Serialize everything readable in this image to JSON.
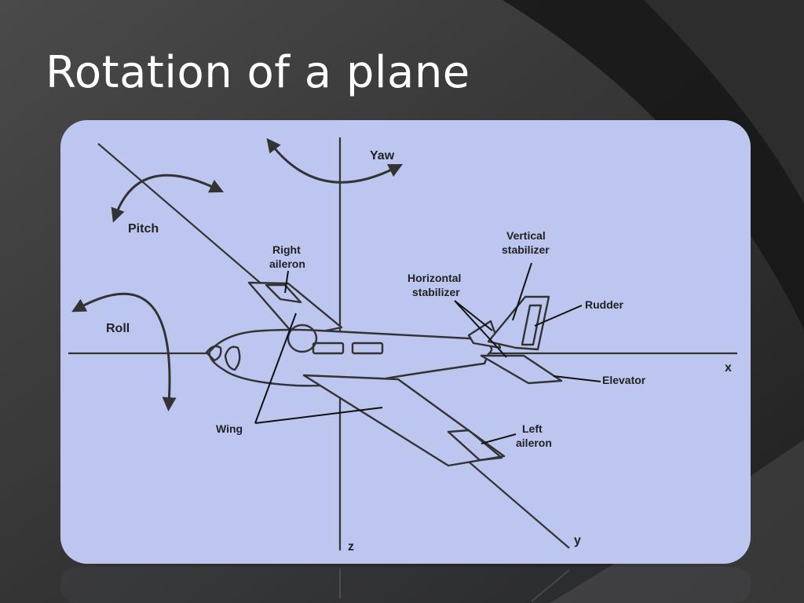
{
  "slide": {
    "title": "Rotation of a plane"
  },
  "diagram": {
    "labels": {
      "yaw": "Yaw",
      "pitch": "Pitch",
      "roll": "Roll",
      "right_aileron_1": "Right",
      "right_aileron_2": "aileron",
      "vertical_stabilizer_1": "Vertical",
      "vertical_stabilizer_2": "stabilizer",
      "horizontal_stabilizer_1": "Horizontal",
      "horizontal_stabilizer_2": "stabilizer",
      "rudder": "Rudder",
      "elevator": "Elevator",
      "wing": "Wing",
      "left_aileron_1": "Left",
      "left_aileron_2": "aileron",
      "axis_x": "x",
      "axis_y": "y",
      "axis_z": "z"
    }
  },
  "colors": {
    "background": "#2b2b2b",
    "panel": "#bcc6ee",
    "ink": "#222222"
  }
}
